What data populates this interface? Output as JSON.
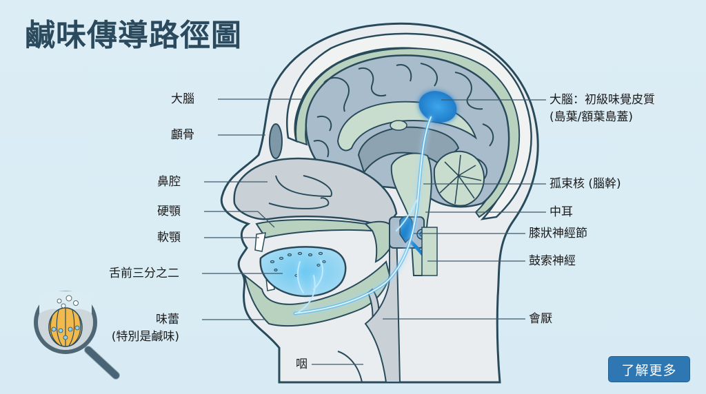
{
  "title": "鹹味傳導路徑圖",
  "labels_left": [
    {
      "id": "cerebrum",
      "text": "大腦"
    },
    {
      "id": "skull",
      "text": "顱骨"
    },
    {
      "id": "nasal-cavity",
      "text": "鼻腔"
    },
    {
      "id": "hard-palate",
      "text": "硬顎"
    },
    {
      "id": "soft-palate",
      "text": "軟顎"
    },
    {
      "id": "anterior-tongue",
      "text": "舌前三分之二"
    },
    {
      "id": "taste-buds",
      "line1": "味蕾",
      "line2": "(特別是鹹味)"
    },
    {
      "id": "pharynx",
      "text": "咽"
    }
  ],
  "labels_right": [
    {
      "id": "gustatory-cortex",
      "line1": "大腦：初級味覺皮質",
      "line2": "(島葉/額葉島蓋)"
    },
    {
      "id": "solitary-nucleus",
      "text": "孤束核 (腦幹)"
    },
    {
      "id": "middle-ear",
      "text": "中耳"
    },
    {
      "id": "geniculate-ganglion",
      "text": "膝狀神經節"
    },
    {
      "id": "chorda-tympani",
      "text": "鼓索神經"
    },
    {
      "id": "epiglottis",
      "text": "會厭"
    }
  ],
  "button": {
    "label": "了解更多"
  },
  "icons": {
    "magnifier": "magnifier-taste-bud-icon"
  },
  "colors": {
    "background": "#dcedf5",
    "title": "#2b4a5e",
    "outline": "#284a5a",
    "skull_green": "#b9d2bf",
    "brain": "#a9bccb",
    "tissue_gray": "#c9d1d6",
    "neck": "#e8ecee",
    "nerve_glow": "#3fb3ec",
    "cortex": "#1e84cf",
    "button": "#2f77b2"
  }
}
